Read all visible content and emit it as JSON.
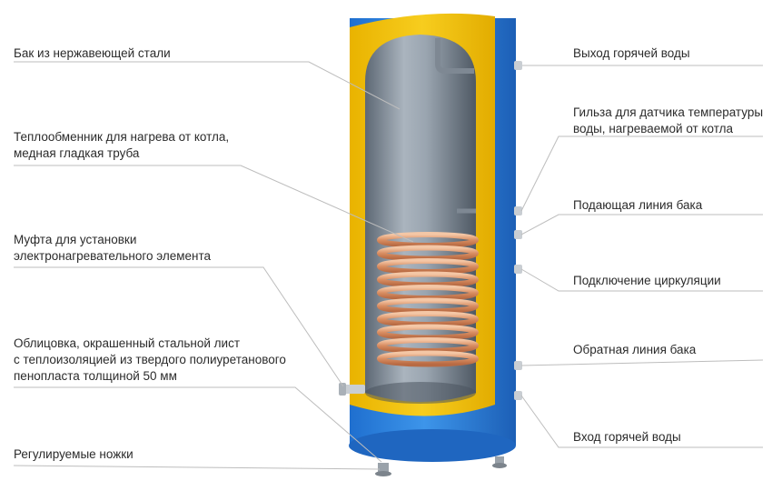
{
  "labels_left": [
    {
      "id": "tank",
      "lines": [
        "Бак из нержавеющей стали"
      ]
    },
    {
      "id": "heat-exchanger",
      "lines": [
        "Теплообменник для нагрева от котла,",
        "медная гладкая труба"
      ]
    },
    {
      "id": "element-socket",
      "lines": [
        "Муфта для установки",
        "электронагревательного элемента"
      ]
    },
    {
      "id": "casing",
      "lines": [
        "Облицовка, окрашенный стальной лист",
        "с теплоизоляцией из твердого полиуретанового",
        "пенопласта толщиной 50 мм"
      ]
    },
    {
      "id": "feet",
      "lines": [
        "Регулируемые ножки"
      ]
    }
  ],
  "labels_right": [
    {
      "id": "hot-water-outlet",
      "lines": [
        "Выход горячей воды"
      ]
    },
    {
      "id": "sensor-sleeve",
      "lines": [
        "Гильза для датчика температуры",
        "воды, нагреваемой от котла"
      ]
    },
    {
      "id": "tank-supply",
      "lines": [
        "Подающая линия бака"
      ]
    },
    {
      "id": "circulation",
      "lines": [
        "Подключение циркуляции"
      ]
    },
    {
      "id": "tank-return",
      "lines": [
        "Обратная линия бака"
      ]
    },
    {
      "id": "hot-water-inlet",
      "lines": [
        "Вход горячей воды"
      ]
    }
  ],
  "colors": {
    "casing_blue": "#2a7fd6",
    "insulation_yellow": "#f2c200",
    "tank_steel": "#8a96a2",
    "coil_copper": "#e3a27a",
    "leader_line": "#bdbdbd",
    "text": "#2b2b2b"
  }
}
